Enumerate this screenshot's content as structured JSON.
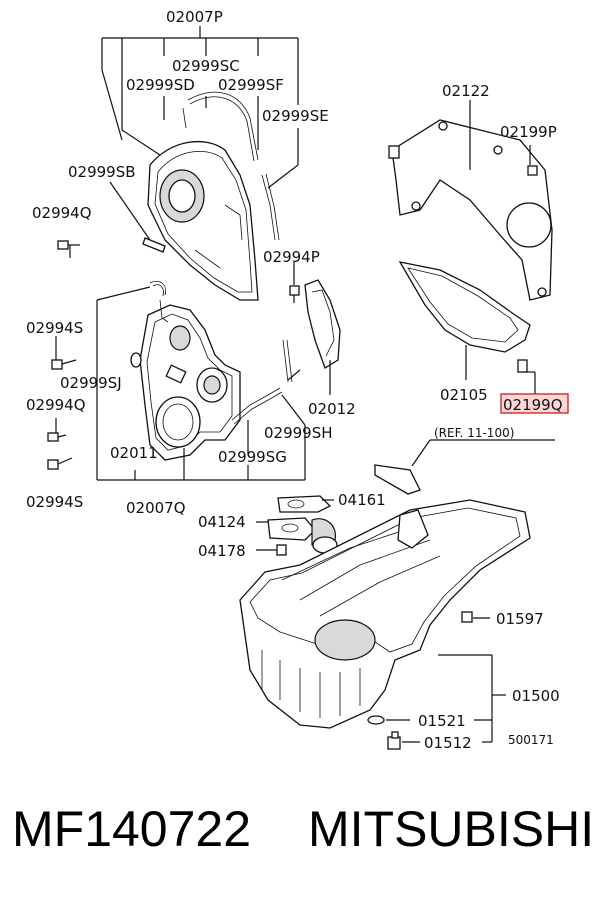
{
  "labels": {
    "l_02007P": "02007P",
    "l_02999SC": "02999SC",
    "l_02999SD": "02999SD",
    "l_02999SF": "02999SF",
    "l_02999SE": "02999SE",
    "l_02999SB": "02999SB",
    "l_02994Q_top": "02994Q",
    "l_02994P": "02994P",
    "l_02994S_top": "02994S",
    "l_02999SJ": "02999SJ",
    "l_02994Q_bot": "02994Q",
    "l_02012": "02012",
    "l_02999SH": "02999SH",
    "l_02011": "02011",
    "l_02999SG": "02999SG",
    "l_02994S_bot": "02994S",
    "l_02007Q": "02007Q",
    "l_02122": "02122",
    "l_02199P": "02199P",
    "l_02105": "02105",
    "l_02199Q": "02199Q",
    "l_ref": "(REF. 11-100)",
    "l_04161": "04161",
    "l_04124": "04124",
    "l_04178": "04178",
    "l_01597": "01597",
    "l_01500": "01500",
    "l_01521": "01521",
    "l_01512": "01512",
    "l_drawing": "500171"
  },
  "highlight_color": "#c03030",
  "caption": {
    "part_number": "MF140722",
    "brand": "MITSUBISHI"
  }
}
